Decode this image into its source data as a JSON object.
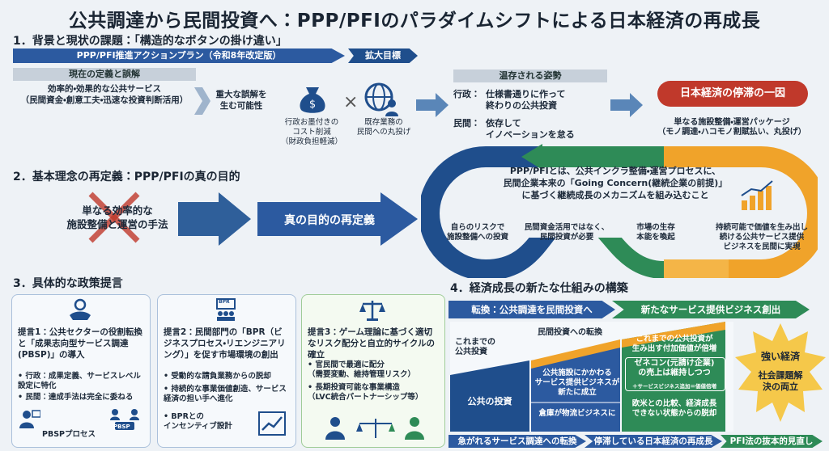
{
  "title": "公共調達から民間投資へ：PPP/PFIのパラダイムシフトによる日本経済の再成長",
  "s1": {
    "heading": "1．背景と現状の課題：「構造的なボタンの掛け違い」",
    "banner_plan": "PPP/PFI推進アクションプラン（令和8年改定版）",
    "banner_target": "拡大目標",
    "current_header": "現在の定義と誤解",
    "current_text": "効率的・効果的な公共サービス\n（民間資金・創意工夫・迅速な投資判断活用）",
    "misunderstanding": "重大な誤解を\n生む可能性",
    "cost_label": "行政お墨付きの\nコスト削減\n（財政負担軽減）",
    "times": "×",
    "outsource_label": "既存業務の\n民間への丸投げ",
    "persist_header": "温存される姿勢",
    "gov_label": "行政：",
    "gov_text": "仕様書通りに作って\n終わりの公共投資",
    "priv_label": "民間：",
    "priv_text": "依存して\nイノベーションを怠る",
    "cause_badge": "日本経済の停滞の一因",
    "cause_text": "単なる施設整備・運営パッケージ\n（モノ調達・ハコモノ割賦払い、丸投げ）"
  },
  "s2": {
    "heading": "2．基本理念の再定義：PPP/PFIの真の目的",
    "crossed_text": "単なる効率的な\n施設整備と運営の手法",
    "redefine": "真の目的の再定義",
    "loop_main": "PPP/PFIとは、公共インクラ整備・運営プロセスに、\n民間企業本来の「Going Concern(継続企業の前提)」\nに基づく継続成長のメカニズムを組み込むこと",
    "loop_a": "自らのリスクで\n施設整備への投資",
    "loop_b": "民間資金活用ではなく、\n民間投資が必要",
    "loop_c": "市場の生存\n本能を喚起",
    "loop_d": "持続可能で価値を生み出し\n続ける公共サービス提供\nビジネスを民間に実現"
  },
  "s3": {
    "heading": "3．具体的な政策提言",
    "p1_title": "提言1：公共セクターの役割転換と「成果志向型サービス調達(PBSP)」の導入",
    "p1_b1": "行政：成果定義、サービスレベル設定に特化",
    "p1_b2": "民間：達成手法は完全に委ねる",
    "p1_foot": "PBSPプロセス",
    "p1_tag": "PBSP",
    "p2_title": "提言2：民間部門の「BPR（ビジネスプロセス・リエンジニアリング）」を促す市場環境の創出",
    "p2_b1": "受動的な請負業務からの脱却",
    "p2_b2": "持続的な事業価値創造、サービス経済の担い手へ進化",
    "p2_b3": "BPRとの\nインセンティブ設計",
    "p2_tag": "BPR",
    "p3_title": "提言3：ゲーム理論に基づく適切なリスク配分と自立的サイクルの確立",
    "p3_b1": "官民間で最適に配分\n（需要変動、維持管理リスク）",
    "p3_b2": "長期投資可能な事業構造\n（LVC統合パートナーシップ等）"
  },
  "s4": {
    "heading": "4．経済成長の新たな仕組みの構築",
    "arrow1": "転換：公共調達を民間投資へ",
    "arrow2": "新たなサービス提供ビジネス創出",
    "col1_label": "これまでの\n公共投資",
    "col1_base": "公共の投資",
    "shift_label": "民間投資への転換",
    "col2_text": "公共施設にかかわる\nサービス提供ビジネスが新たに成立",
    "col2_sub": "倉庫が物流ビジネスに",
    "col3_top": "これまでの公共投資が\n生み出す付加価値が倍増",
    "col3_mid": "ゼネコン(元請け企業)\nの売上は維持しつつ",
    "col3_note": "＋サービスビジネス追加＝価値倍増",
    "col3_bottom": "欧米との比較、経済成長\nできない状態からの脱却",
    "burst_a": "強い経済",
    "burst_b": "社会課題解\n決の両立",
    "foot1": "急がれるサービス調達への転換",
    "foot2": "停滞している日本経済の再成長",
    "foot3": "PFI法の抜本的見直し"
  },
  "colors": {
    "navy": "#1f4e8c",
    "green": "#2e8b57",
    "orange": "#f0a32a",
    "red": "#c0392b"
  }
}
